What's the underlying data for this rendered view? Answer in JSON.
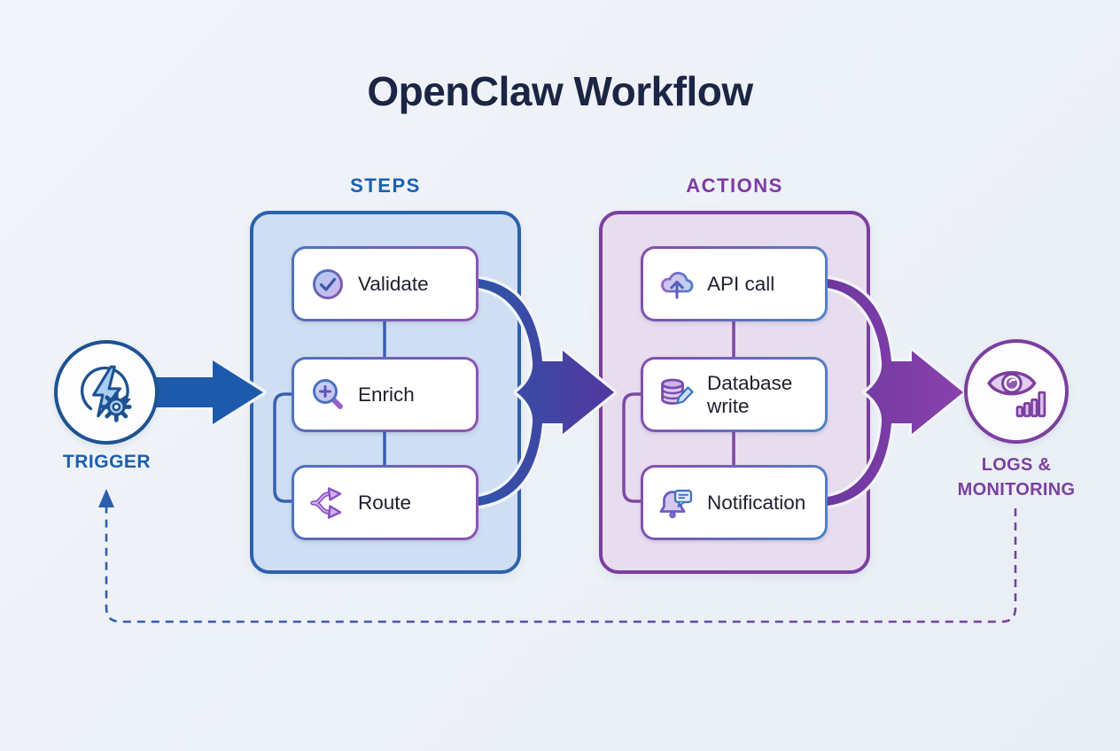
{
  "title": "OpenClaw Workflow",
  "trigger": {
    "label": "TRIGGER",
    "icon": "lightning-gear-icon"
  },
  "steps": {
    "label": "STEPS",
    "items": [
      {
        "label": "Validate",
        "icon": "check-circle-icon"
      },
      {
        "label": "Enrich",
        "icon": "magnifier-plus-icon"
      },
      {
        "label": "Route",
        "icon": "split-arrows-icon"
      }
    ]
  },
  "actions": {
    "label": "ACTIONS",
    "items": [
      {
        "label": "API call",
        "icon": "cloud-upload-icon"
      },
      {
        "label": "Database write",
        "icon": "database-pencil-icon"
      },
      {
        "label": "Notification",
        "icon": "bell-message-icon"
      }
    ]
  },
  "logs": {
    "line1": "LOGS &",
    "line2": "MONITORING",
    "icon": "eye-analytics-icon"
  },
  "colors": {
    "background": "#eef2f7",
    "title": "#1b2544",
    "steps_accent": "#1d5fae",
    "actions_accent": "#7d3aa2",
    "steps_box_fill": "#cfdef2",
    "steps_box_border": "#2b61ad",
    "actions_box_fill": "#e8dcef",
    "actions_box_border": "#7b3f9e",
    "card_gradient_blue": "#4a74bd",
    "card_gradient_purple": "#9150b2",
    "trigger_arrow": "#1e5aab",
    "merge_arrow_indigo_from": "#2e55a8",
    "merge_arrow_indigo_to": "#53379f",
    "merge_arrow_purple_from": "#6d38a0",
    "merge_arrow_purple_to": "#8a41ab",
    "feedback_dash_blue": "#2e5fae",
    "feedback_dash_purple": "#7b3f9e"
  }
}
